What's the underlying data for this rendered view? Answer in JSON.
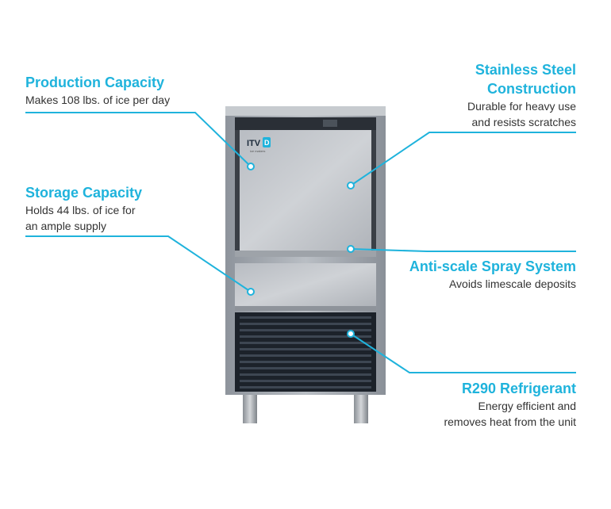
{
  "brand": {
    "logo_text": "ITV",
    "logo_mark": "D",
    "logo_sub": "ice makers"
  },
  "accent_color": "#1fb3dc",
  "features": {
    "production": {
      "title": "Production Capacity",
      "desc_line1": "Makes 108 lbs. of ice per day"
    },
    "storage": {
      "title": "Storage Capacity",
      "desc_line1": "Holds 44 lbs. of ice for",
      "desc_line2": "an ample supply"
    },
    "stainless": {
      "title_line1": "Stainless Steel",
      "title_line2": "Construction",
      "desc_line1": "Durable for heavy use",
      "desc_line2": "and resists scratches"
    },
    "antiscale": {
      "title": "Anti-scale Spray System",
      "desc_line1": "Avoids limescale deposits"
    },
    "refrigerant": {
      "title": "R290 Refrigerant",
      "desc_line1": "Energy efficient and",
      "desc_line2": "removes heat from the unit"
    }
  }
}
